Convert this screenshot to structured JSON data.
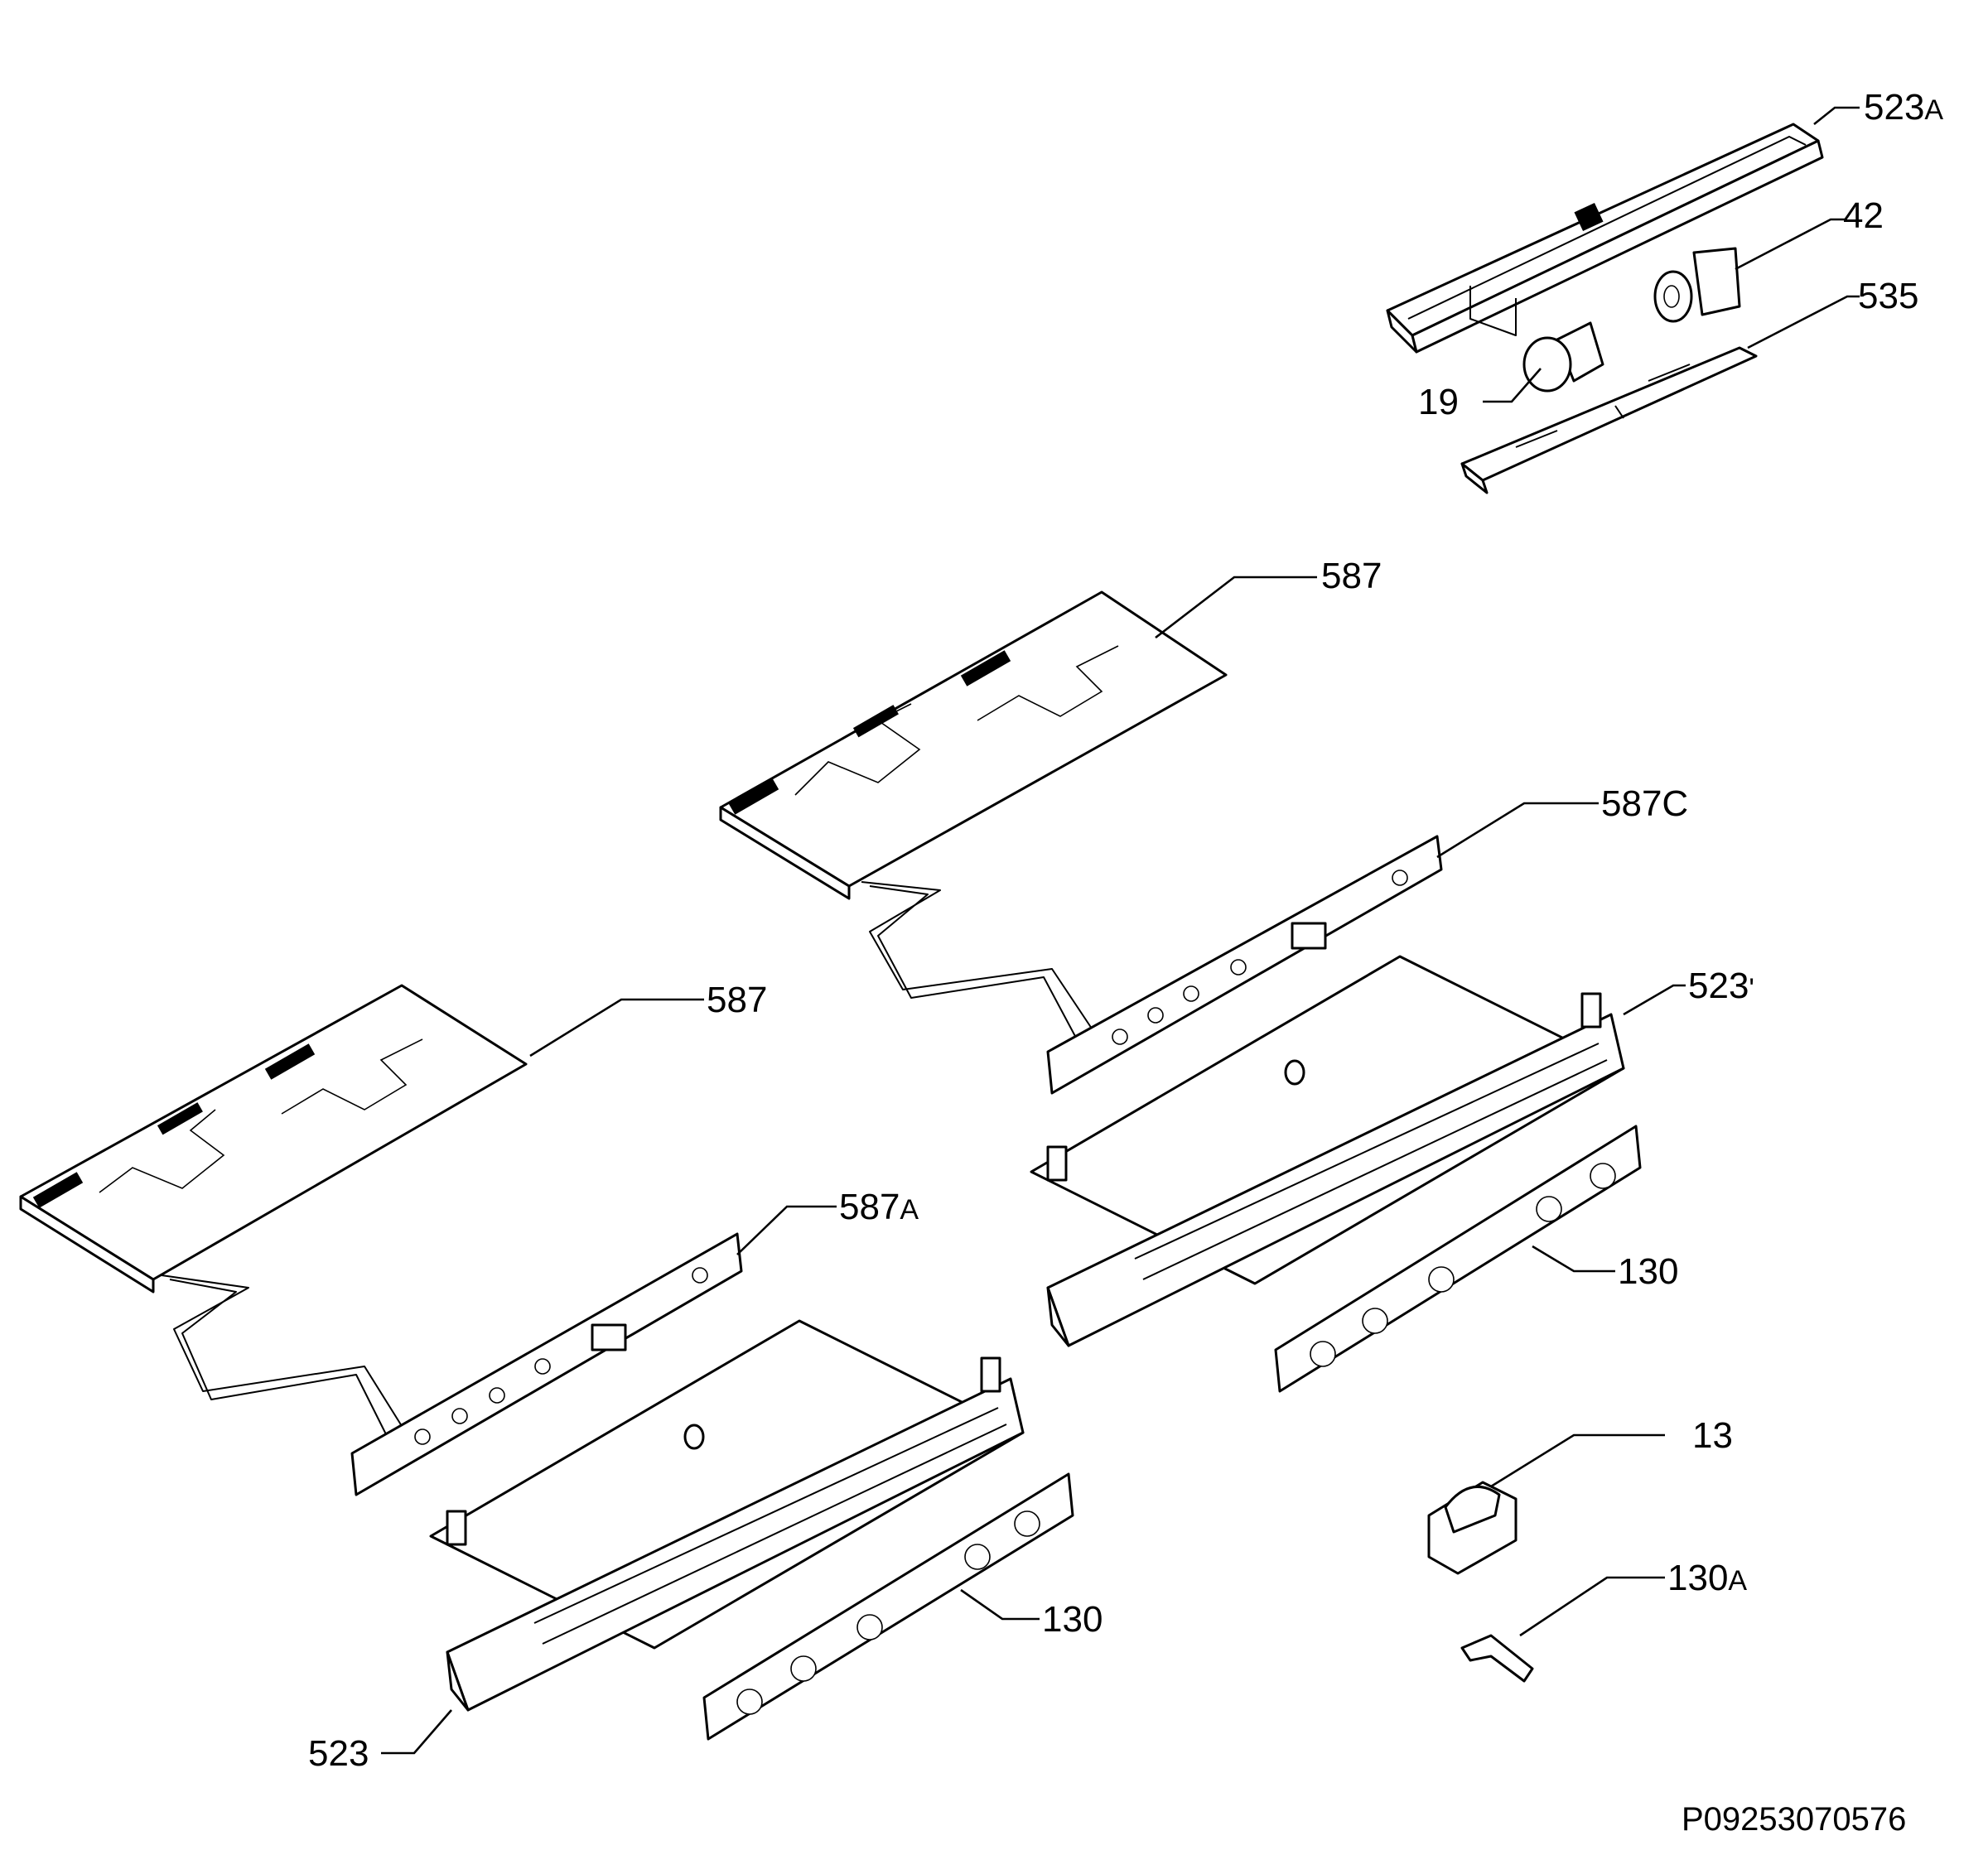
{
  "callouts": [
    {
      "id": "523A",
      "num": "523",
      "suffix": "A"
    },
    {
      "id": "42",
      "num": "42",
      "suffix": ""
    },
    {
      "id": "535",
      "num": "535",
      "suffix": ""
    },
    {
      "id": "19",
      "num": "19",
      "suffix": ""
    },
    {
      "id": "587-top",
      "num": "587",
      "suffix": ""
    },
    {
      "id": "587C",
      "num": "587C",
      "suffix": ""
    },
    {
      "id": "523-right",
      "num": "523",
      "suffix": "'"
    },
    {
      "id": "587-left",
      "num": "587",
      "suffix": ""
    },
    {
      "id": "587A",
      "num": "587",
      "suffix": "A"
    },
    {
      "id": "130-right",
      "num": "130",
      "suffix": ""
    },
    {
      "id": "13",
      "num": "13",
      "suffix": ""
    },
    {
      "id": "130A",
      "num": "130",
      "suffix": "A"
    },
    {
      "id": "130-left",
      "num": "130",
      "suffix": ""
    },
    {
      "id": "523-left",
      "num": "523",
      "suffix": ""
    }
  ],
  "drawing_code": "P09253070576"
}
